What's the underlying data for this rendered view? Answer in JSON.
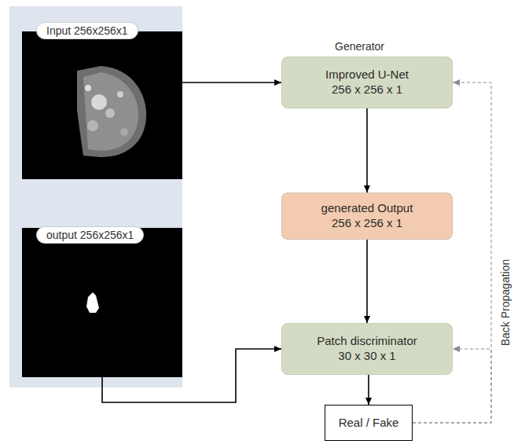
{
  "diagram": {
    "nodes": [
      {
        "text": [
          "Input 256x256x1"
        ]
      },
      {
        "text": [
          "output 256x256x1"
        ]
      },
      {
        "text": [
          "Generator",
          "Improved U-Net 256 x 256 x 1"
        ]
      },
      {
        "text": [
          "generated Output 256 x 256 x 1"
        ]
      },
      {
        "text": [
          "Patch discriminator 30 x 30 x 1"
        ]
      },
      {
        "text": [
          "Real / Fake"
        ]
      }
    ],
    "edges": [
      {
        "from": 0,
        "to": 2,
        "arrow": "to"
      },
      {
        "from": 2,
        "to": 3,
        "arrow": "to"
      },
      {
        "from": 3,
        "to": 4,
        "arrow": "to"
      },
      {
        "from": 1,
        "to": 4,
        "arrow": "to"
      },
      {
        "from": 4,
        "to": 5,
        "arrow": "to"
      },
      {
        "from": 5,
        "to": 2,
        "label": "Back Propagation",
        "arrow": "to"
      },
      {
        "from": 5,
        "to": 4,
        "arrow": "to"
      }
    ]
  }
}
